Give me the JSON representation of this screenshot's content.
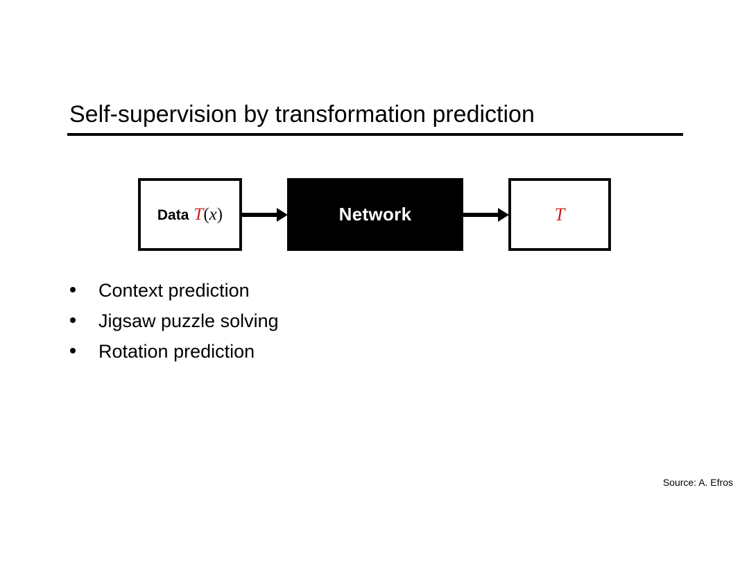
{
  "slide": {
    "title": "Self-supervision by transformation prediction",
    "background_color": "#ffffff",
    "rule_color": "#000000"
  },
  "diagram": {
    "accent_color": "#cc2222",
    "boxes": [
      {
        "id": "data",
        "label_plain": "Data",
        "math_symbol": "T",
        "math_open_paren": "(",
        "math_variable": "x",
        "math_close_paren": ")",
        "style": "outlined"
      },
      {
        "id": "network",
        "label_plain": "Network",
        "style": "filled"
      },
      {
        "id": "output",
        "math_symbol": "T",
        "style": "outlined"
      }
    ],
    "arrows": [
      {
        "id": "data-to-network",
        "icon": "arrow-right-icon"
      },
      {
        "id": "network-to-output",
        "icon": "arrow-right-icon"
      }
    ]
  },
  "bullets": [
    {
      "text": "Context prediction"
    },
    {
      "text": "Jigsaw puzzle solving"
    },
    {
      "text": "Rotation prediction"
    }
  ],
  "footer": {
    "source": "Source: A. Efros"
  }
}
